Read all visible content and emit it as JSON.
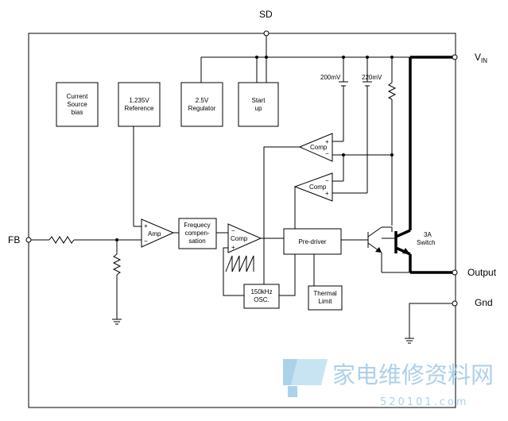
{
  "pins": {
    "sd": "SD",
    "vin_main": "V",
    "vin_sub": "IN",
    "fb": "FB",
    "output": "Output",
    "gnd": "Gnd"
  },
  "blocks": {
    "current_source": [
      "Current",
      "Source",
      "bias"
    ],
    "reference": [
      "1.235V",
      "Reference"
    ],
    "regulator": [
      "2.5V",
      "Regulator"
    ],
    "startup": [
      "Start",
      "up"
    ],
    "amp": "Amp",
    "freq_comp": [
      "Frequecy",
      "compen-",
      "sation"
    ],
    "comp_main": "Comp",
    "comp_upper": "Comp",
    "comp_lower": "Comp",
    "predriver": "Pre-driver",
    "osc": [
      "150kHz",
      "OSC."
    ],
    "thermal": [
      "Thermal",
      "Limit"
    ],
    "switch": [
      "3A",
      "Switch"
    ]
  },
  "refs": {
    "v200": "200mV",
    "v220": "220mV"
  },
  "signs": {
    "plus": "+",
    "minus": "−"
  },
  "watermark": {
    "cn": "家电维修资料网",
    "num": "520101.com"
  },
  "colors": {
    "line": "#000000",
    "watermark": "#9ec9e6"
  }
}
